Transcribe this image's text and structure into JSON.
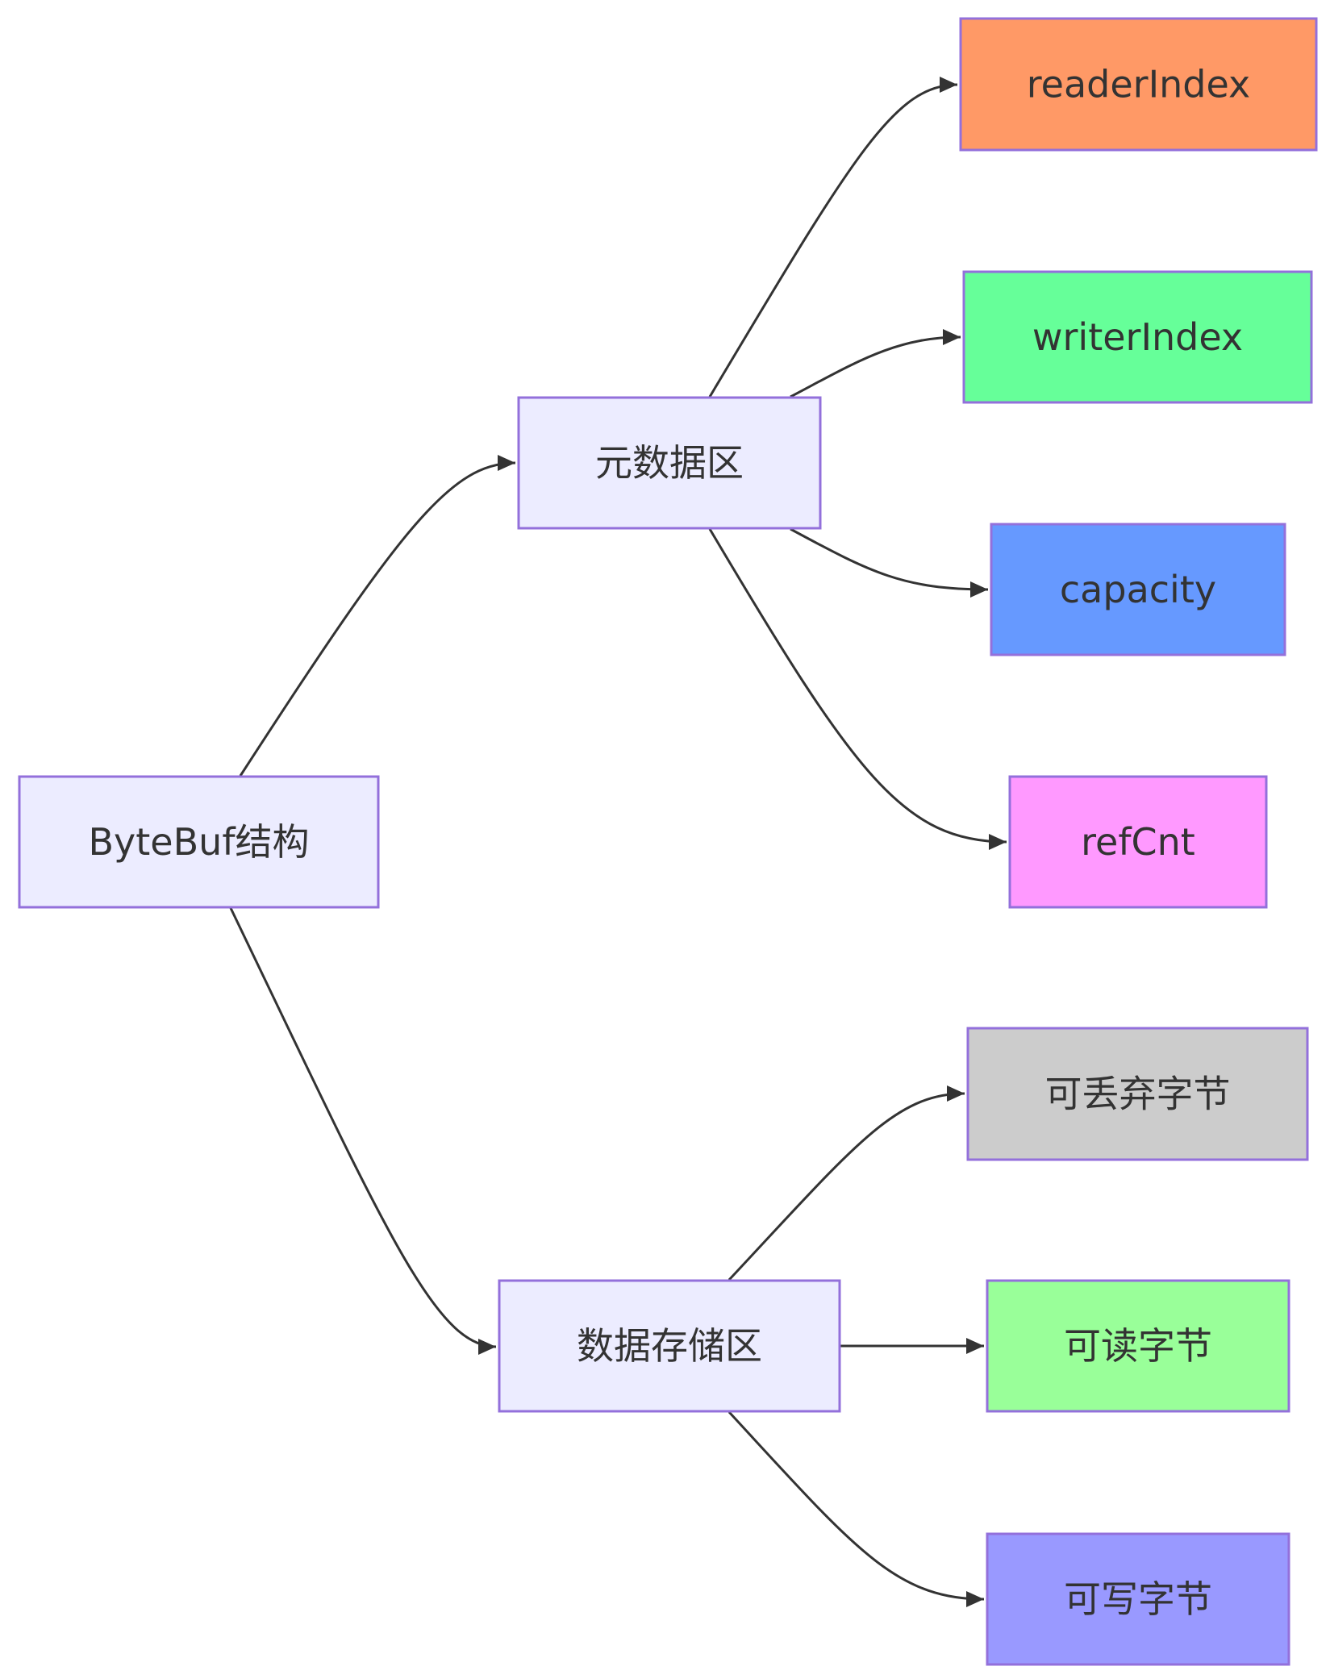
{
  "diagram": {
    "type": "flowchart-left-to-right",
    "root": {
      "id": "bytebuf",
      "label": "ByteBuf结构",
      "fill": "#ECECFF"
    },
    "groups": [
      {
        "id": "metadata",
        "label": "元数据区",
        "fill": "#ECECFF",
        "children": [
          {
            "id": "readerIndex",
            "label": "readerIndex",
            "fill": "#FF9966"
          },
          {
            "id": "writerIndex",
            "label": "writerIndex",
            "fill": "#66FF99"
          },
          {
            "id": "capacity",
            "label": "capacity",
            "fill": "#6699FF"
          },
          {
            "id": "refCnt",
            "label": "refCnt",
            "fill": "#FF99FF"
          }
        ]
      },
      {
        "id": "storage",
        "label": "数据存储区",
        "fill": "#ECECFF",
        "children": [
          {
            "id": "discardable",
            "label": "可丢弃字节",
            "fill": "#CCCCCC"
          },
          {
            "id": "readable",
            "label": "可读字节",
            "fill": "#99FF99"
          },
          {
            "id": "writable",
            "label": "可写字节",
            "fill": "#9999FF"
          }
        ]
      }
    ],
    "edges": [
      [
        "bytebuf",
        "metadata"
      ],
      [
        "bytebuf",
        "storage"
      ],
      [
        "metadata",
        "readerIndex"
      ],
      [
        "metadata",
        "writerIndex"
      ],
      [
        "metadata",
        "capacity"
      ],
      [
        "metadata",
        "refCnt"
      ],
      [
        "storage",
        "discardable"
      ],
      [
        "storage",
        "readable"
      ],
      [
        "storage",
        "writable"
      ]
    ],
    "colors": {
      "border": "#9370DB",
      "edge": "#333333",
      "text": "#333333",
      "background": "#FFFFFF"
    }
  }
}
